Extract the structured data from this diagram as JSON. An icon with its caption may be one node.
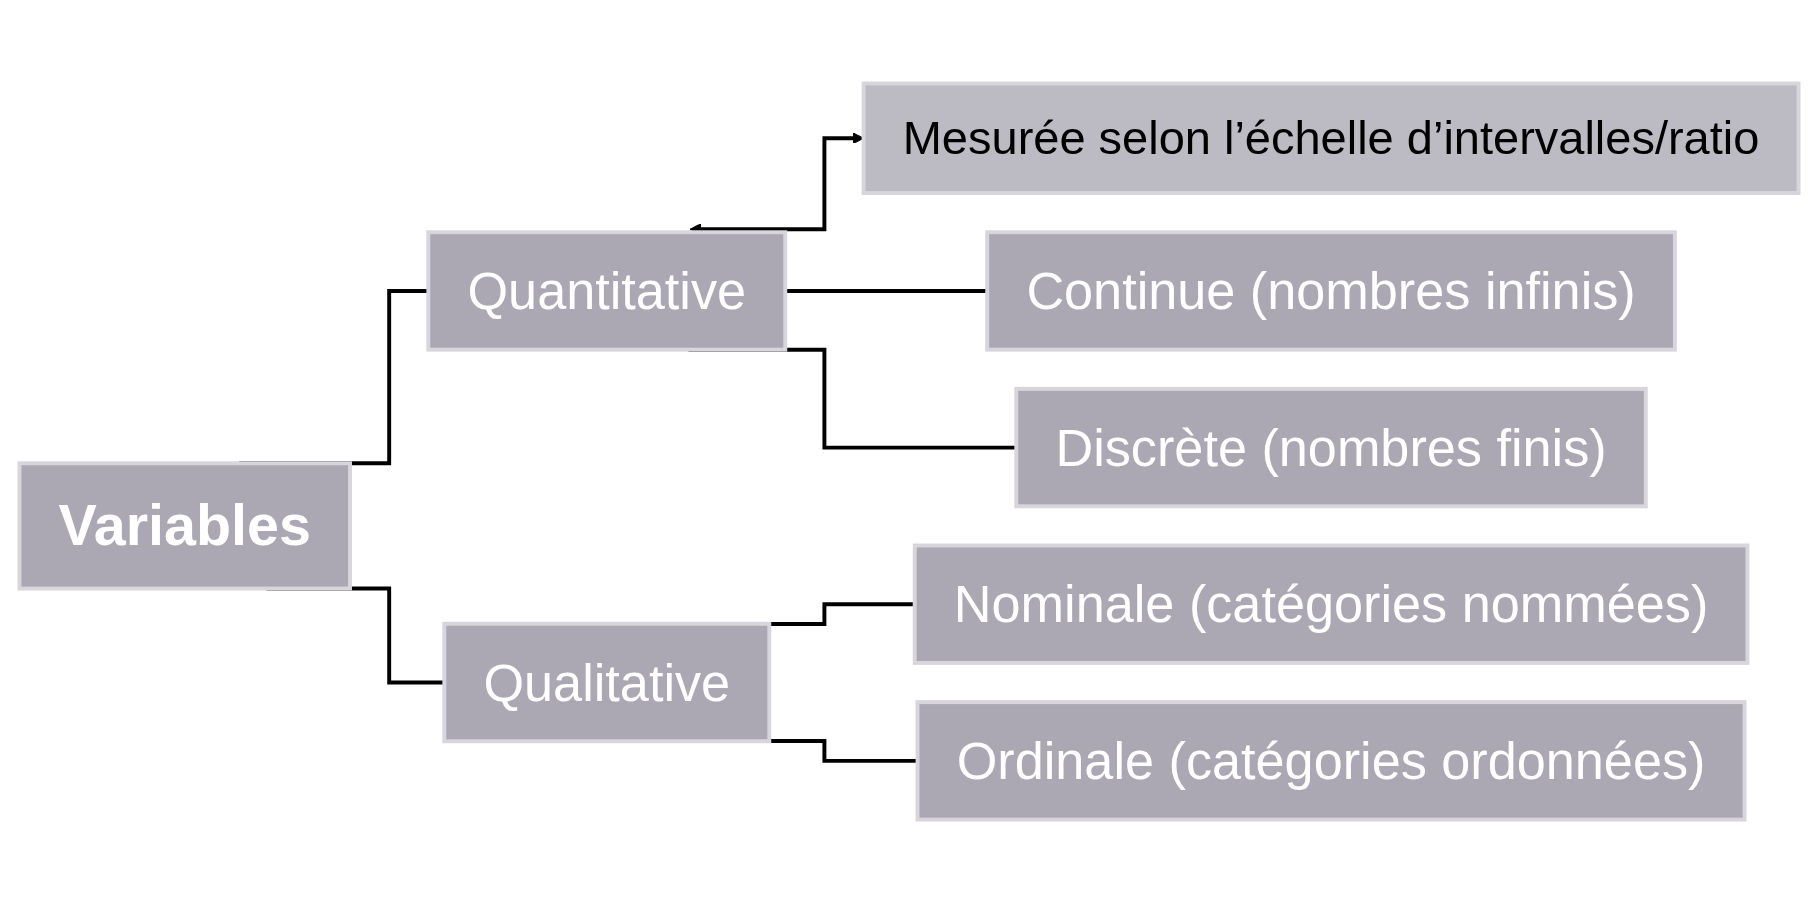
{
  "diagram": {
    "nodes": [
      {
        "text": [
          "Mesurée selon l’échelle d’intervalles/ratio"
        ]
      },
      {
        "text": [
          "Variables"
        ]
      },
      {
        "text": [
          "Quantitative"
        ]
      },
      {
        "text": [
          "Qualitative"
        ]
      },
      {
        "text": [
          "Continue (nombres infinis)"
        ]
      },
      {
        "text": [
          "Discrète (nombres finis)"
        ]
      },
      {
        "text": [
          "Nominale (catégories nommées)"
        ]
      },
      {
        "text": [
          "Ordinale (catégories ordonnées)"
        ]
      }
    ],
    "edges": [
      {
        "from": 2,
        "to": 0,
        "arrow": "both"
      },
      {
        "from": 1,
        "to": 2,
        "arrow": "none"
      },
      {
        "from": 1,
        "to": 3,
        "arrow": "none"
      },
      {
        "from": 2,
        "to": 4,
        "arrow": "none"
      },
      {
        "from": 2,
        "to": 5,
        "arrow": "none"
      },
      {
        "from": 3,
        "to": 6,
        "arrow": "none"
      },
      {
        "from": 3,
        "to": 7,
        "arrow": "none"
      }
    ]
  }
}
